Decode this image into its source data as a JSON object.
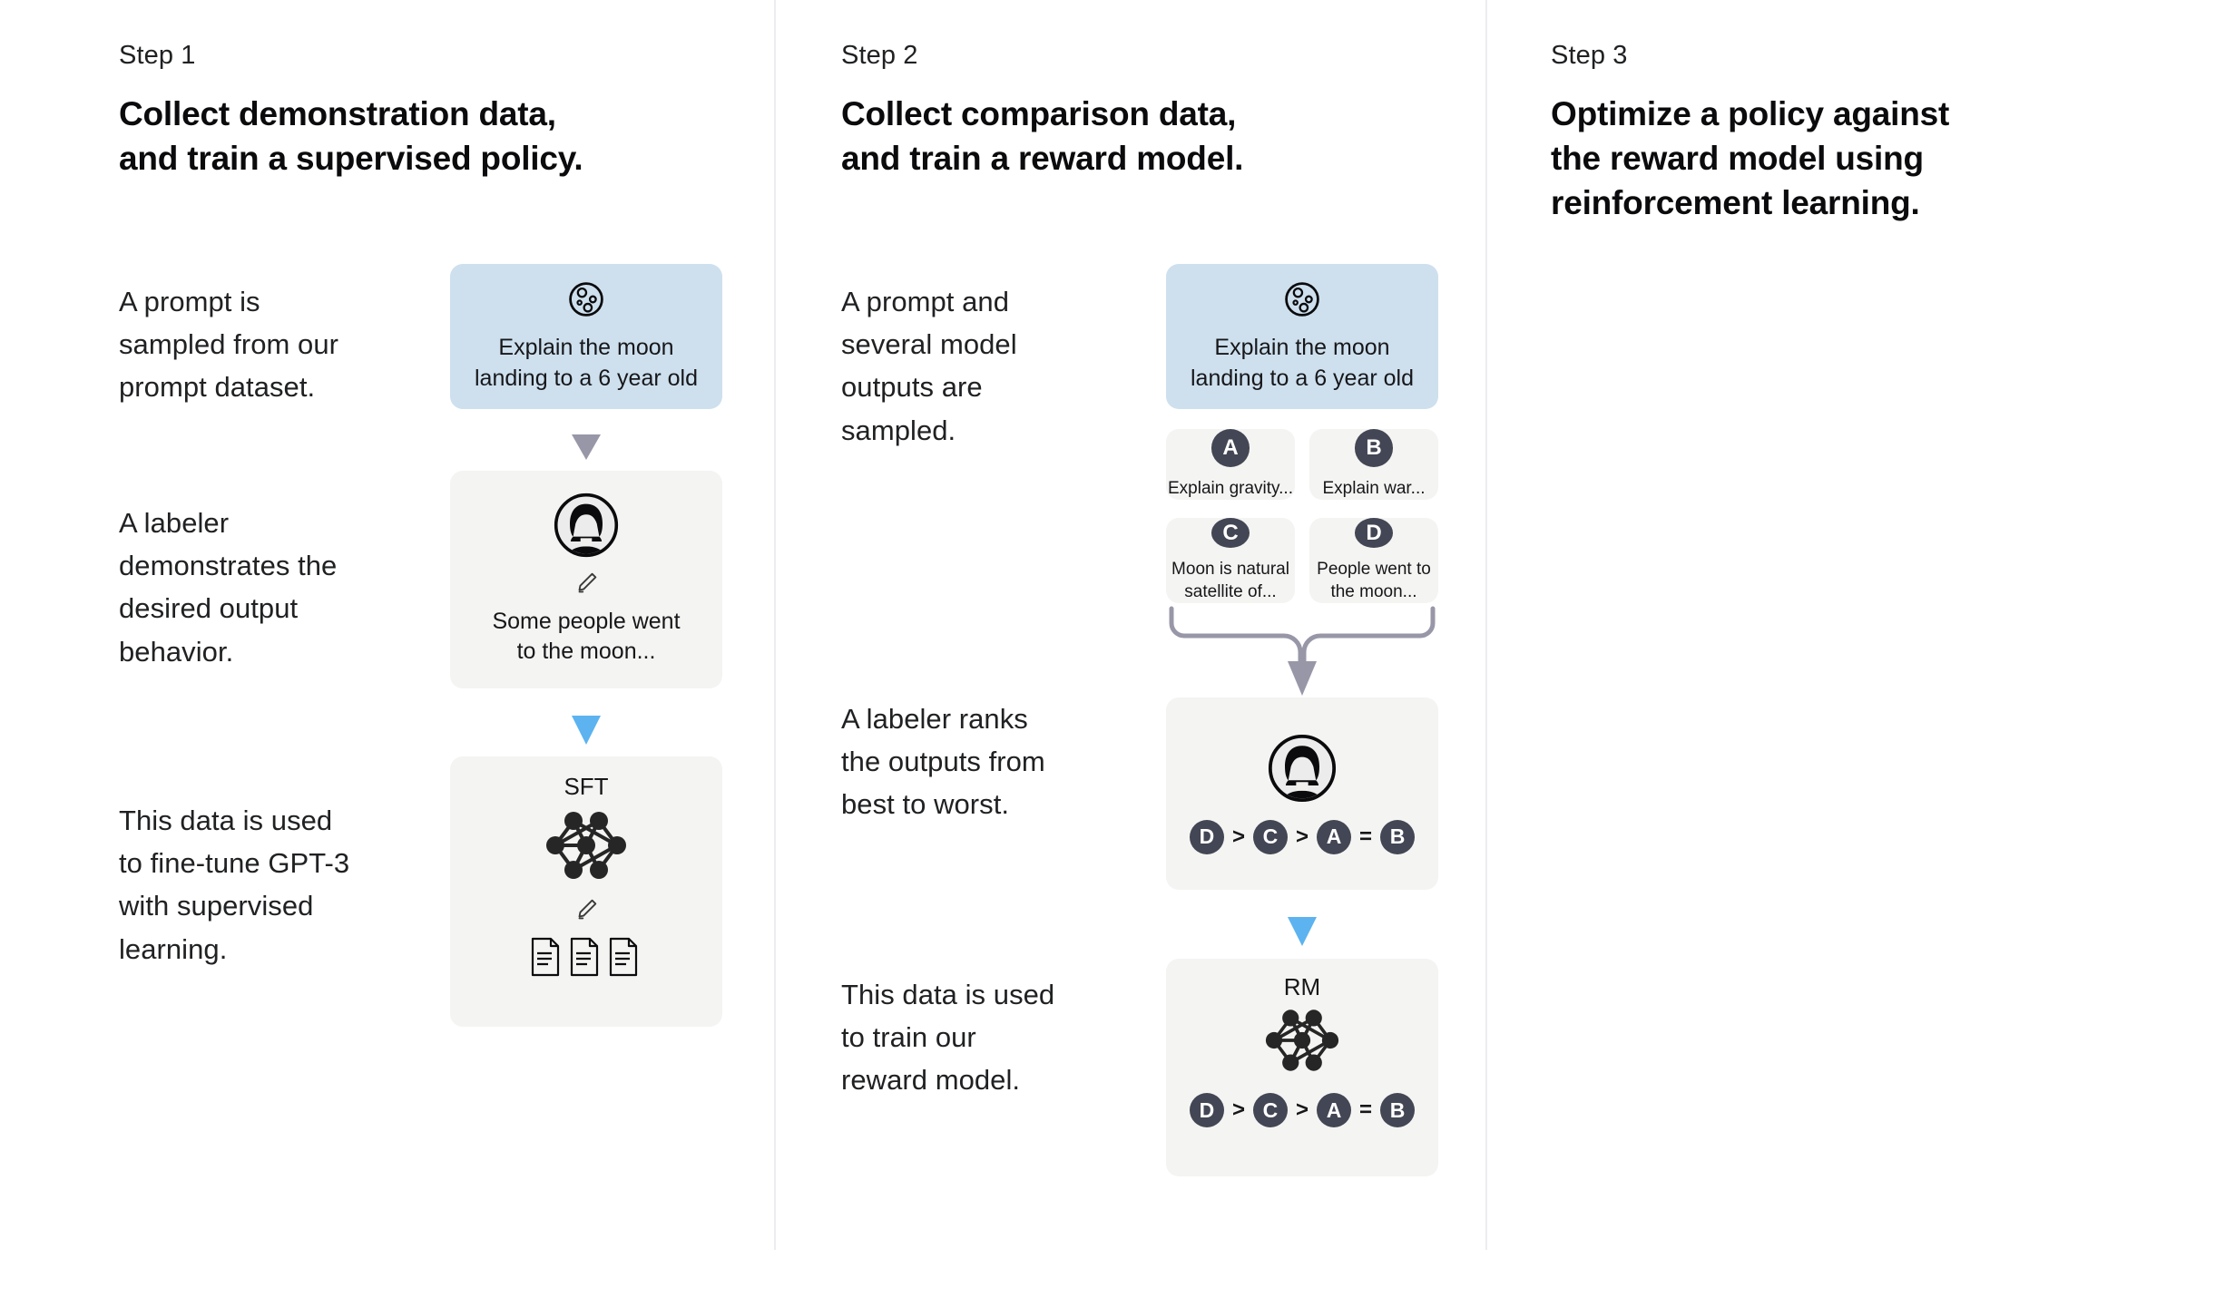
{
  "columns": [
    {
      "step_label": "Step 1",
      "title": "Collect demonstration data,\nand train a supervised policy.",
      "paragraphs": [
        "A prompt is\nsampled from our\nprompt dataset.",
        "A labeler\ndemonstrates the\ndesired output\nbehavior.",
        "This data is used\nto fine-tune GPT-3\nwith supervised\nlearning."
      ],
      "cards": {
        "prompt": {
          "icon": "moon-icon",
          "caption": "Explain the moon\nlanding to a 6 year old"
        },
        "labeler": {
          "icon": "person-avatar-icon",
          "secondary_icon": "pencil-icon",
          "caption": "Some people went\nto the moon..."
        },
        "model": {
          "title": "SFT",
          "icon": "neural-network-icon",
          "secondary_icon": "pencil-icon",
          "tertiary_icon": "documents-icon"
        }
      }
    },
    {
      "step_label": "Step 2",
      "title": "Collect comparison data,\nand train a reward model.",
      "paragraphs": [
        "A prompt and\nseveral model\noutputs are\nsampled.",
        "A labeler ranks\nthe outputs from\nbest to worst.",
        "This data is used\nto train our\nreward model."
      ],
      "cards": {
        "prompt": {
          "icon": "moon-icon",
          "caption": "Explain the moon\nlanding to a 6 year old"
        },
        "outputs": [
          {
            "letter": "A",
            "caption": "Explain gravity..."
          },
          {
            "letter": "B",
            "caption": "Explain war..."
          },
          {
            "letter": "C",
            "caption": "Moon is natural\nsatellite of..."
          },
          {
            "letter": "D",
            "caption": "People went to\nthe moon..."
          }
        ],
        "ranking": {
          "icon": "person-avatar-icon",
          "sequence": [
            {
              "type": "badge",
              "value": "D"
            },
            {
              "type": "op",
              "value": ">"
            },
            {
              "type": "badge",
              "value": "C"
            },
            {
              "type": "op",
              "value": ">"
            },
            {
              "type": "badge",
              "value": "A"
            },
            {
              "type": "op",
              "value": "="
            },
            {
              "type": "badge",
              "value": "B"
            }
          ]
        },
        "model": {
          "title": "RM",
          "icon": "neural-network-icon",
          "sequence": [
            {
              "type": "badge",
              "value": "D"
            },
            {
              "type": "op",
              "value": ">"
            },
            {
              "type": "badge",
              "value": "C"
            },
            {
              "type": "op",
              "value": ">"
            },
            {
              "type": "badge",
              "value": "A"
            },
            {
              "type": "op",
              "value": "="
            },
            {
              "type": "badge",
              "value": "B"
            }
          ]
        }
      }
    },
    {
      "step_label": "Step 3",
      "title": "Optimize a policy against\nthe reward model using\nreinforcement learning.",
      "paragraphs": [],
      "cards": {}
    }
  ],
  "colors": {
    "prompt_card": "#cee0ee",
    "card_background": "#f4f4f2",
    "badge": "#434654",
    "arrow_gray": "#9897a8",
    "arrow_blue": "#5cb3f0",
    "divider": "#ececf1",
    "text": "#202123"
  }
}
